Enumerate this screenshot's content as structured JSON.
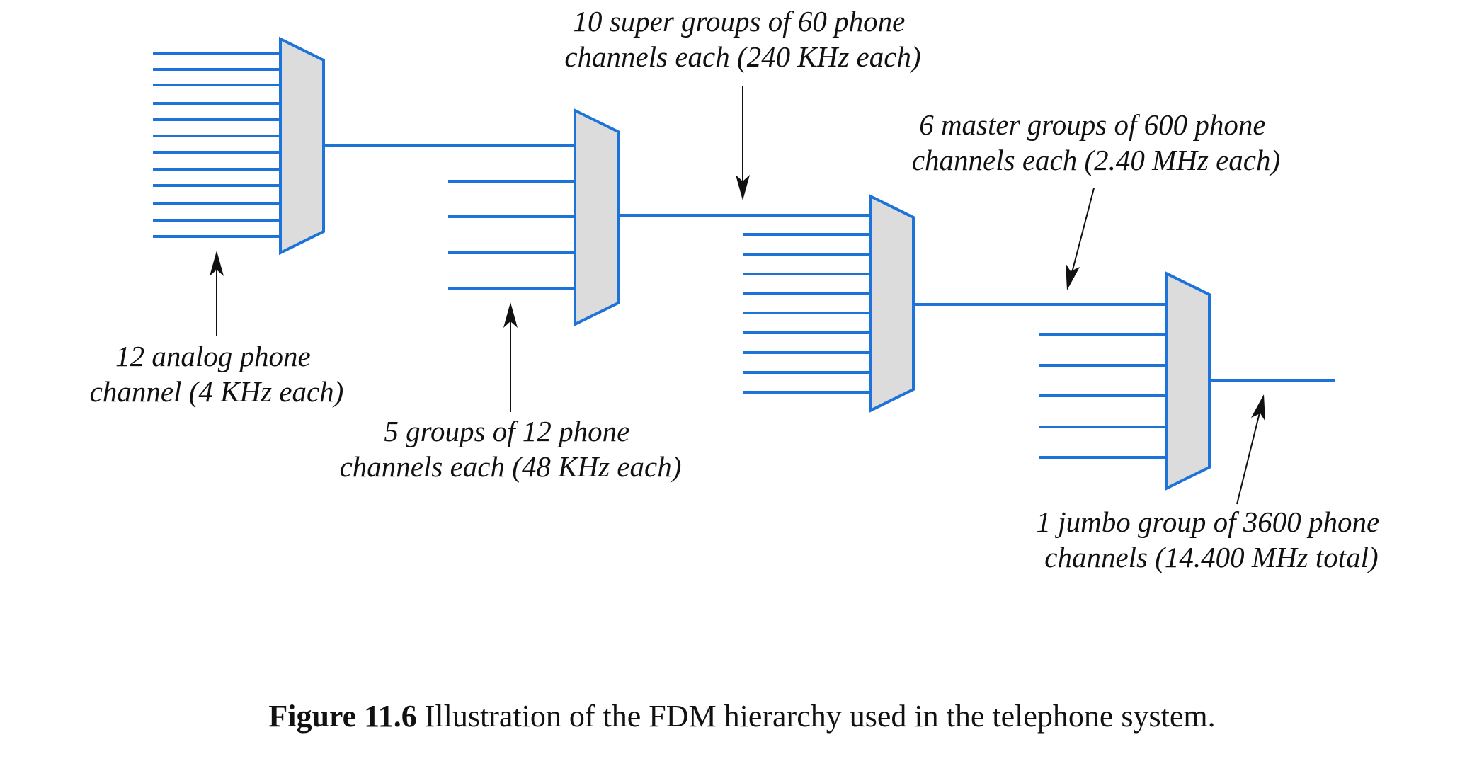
{
  "labels": {
    "analog": [
      "12 analog phone",
      "channel (4 KHz each)"
    ],
    "groups": [
      "5 groups of 12 phone",
      "channels each (48 KHz each)"
    ],
    "super_groups": [
      "10 super groups of 60 phone",
      "channels each (240 KHz each)"
    ],
    "master_groups": [
      "6 master groups of 600 phone",
      "channels each (2.40 MHz each)"
    ],
    "jumbo_group": [
      "1 jumbo group of 3600 phone",
      "channels (14.400 MHz total)"
    ]
  },
  "stages": [
    {
      "inputs": 12
    },
    {
      "inputs": 5
    },
    {
      "inputs": 10
    },
    {
      "inputs": 6
    }
  ],
  "caption": {
    "figure_number": "Figure 11.6",
    "text": "Illustration of the FDM hierarchy used in the telephone system."
  },
  "colors": {
    "wire": "#1e73d8",
    "mux_fill": "#dcdcdc",
    "text": "#111111"
  }
}
